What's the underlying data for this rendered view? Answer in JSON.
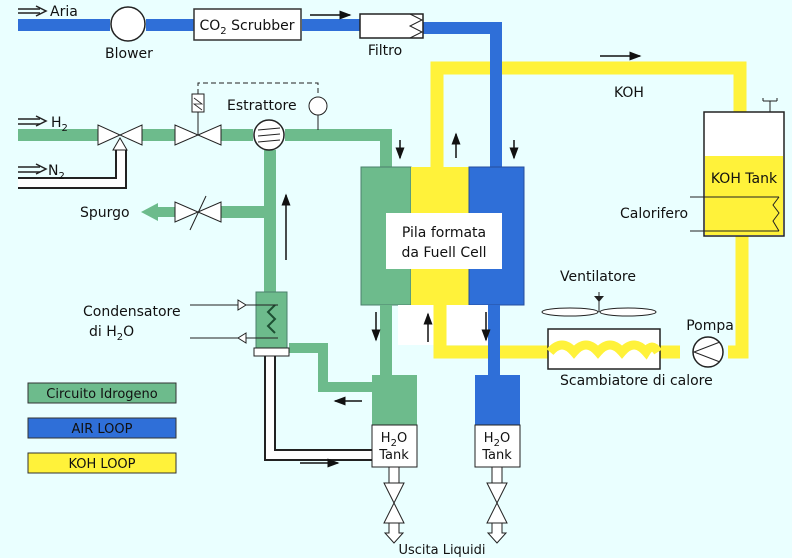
{
  "colors": {
    "background": "#eaffff",
    "hydrogen": "#6dbb8c",
    "air": "#2f6fd8",
    "koh": "#fff23a",
    "white_pipe": "#ffffff",
    "outline": "#222222"
  },
  "labels": {
    "aria": "Aria",
    "blower": "Blower",
    "co2_scrubber_main": "CO",
    "co2_scrubber_sub": "2",
    "co2_scrubber_rest": " Scrubber",
    "filtro": "Filtro",
    "h2_main": "H",
    "h2_sub": "2",
    "n2_main": "N",
    "n2_sub": "2",
    "estrattore": "Estrattore",
    "koh": "KOH",
    "spurgo": "Spurgo",
    "stack_line1": "Pila formata",
    "stack_line2": "da  Fuell Cell",
    "koh_tank": "KOH Tank",
    "calorifero": "Calorifero",
    "condensatore_line1": "Condensatore",
    "condensatore_line2_main": "di H",
    "condensatore_line2_sub": "2",
    "condensatore_line2_rest": "O",
    "ventilatore": "Ventilatore",
    "pompa": "Pompa",
    "scambiatore": "Scambiatore di calore",
    "h2o_tank_main": "H",
    "h2o_tank_sub": "2",
    "h2o_tank_rest": "O",
    "tank": "Tank",
    "uscita_liquidi": "Uscita Liquidi"
  },
  "legend": [
    {
      "label": "Circuito Idrogeno",
      "color": "#6dbb8c"
    },
    {
      "label": "AIR LOOP",
      "color": "#2f6fd8"
    },
    {
      "label": "KOH LOOP",
      "color": "#fff23a"
    }
  ]
}
